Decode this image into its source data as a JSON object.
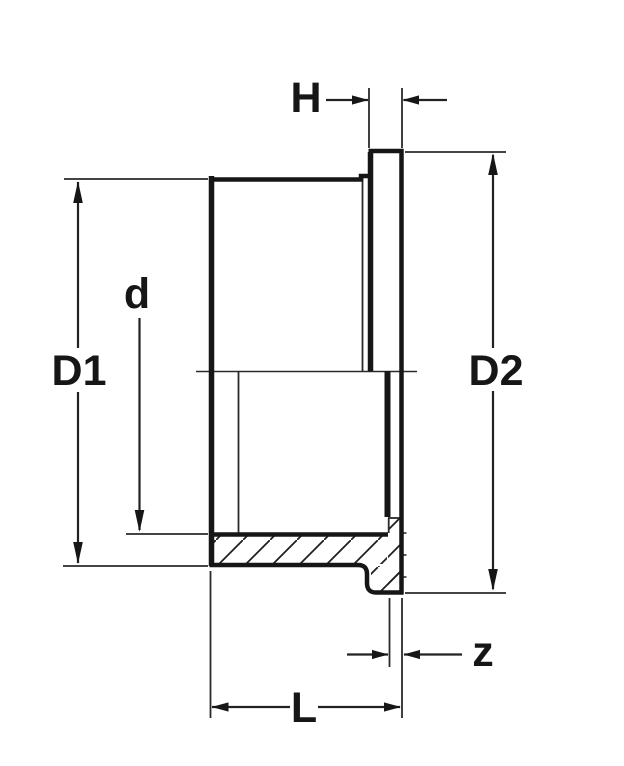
{
  "drawing": {
    "type": "technical-section-drawing",
    "subject": "flange-adaptor-stub-end-cross-section",
    "labels": {
      "h": "H",
      "d": "d",
      "d1": "D1",
      "d2": "D2",
      "z": "z",
      "l": "L"
    },
    "colors": {
      "line": "#161616",
      "background": "#ffffff"
    }
  }
}
